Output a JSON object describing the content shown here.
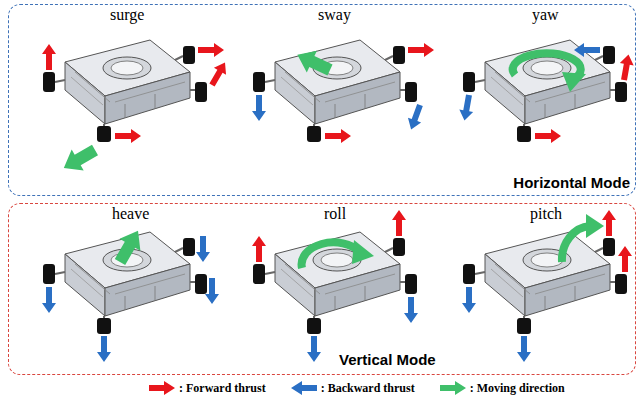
{
  "diagram": {
    "nodes": [
      {
        "text": [
          "Horizontal Mode"
        ]
      },
      {
        "text": [
          "Vertical Mode"
        ]
      }
    ],
    "labels": [
      "surge",
      "sway",
      "yaw",
      "heave",
      "roll",
      "pitch"
    ],
    "legend": [
      {
        "text": ": Forward thrust",
        "color": "#e8161c"
      },
      {
        "text": ": Backward thrust",
        "color": "#2a6fc4"
      },
      {
        "text": ": Moving direction",
        "color": "#3fbf6a"
      }
    ]
  }
}
